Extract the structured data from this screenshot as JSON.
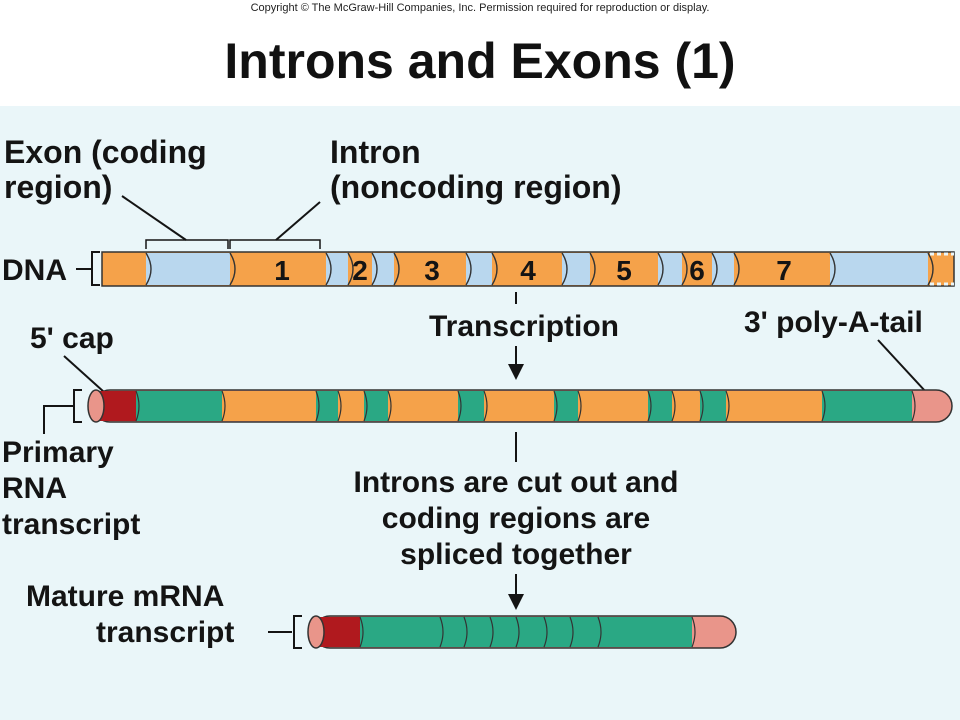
{
  "copyright": "Copyright © The McGraw-Hill Companies, Inc. Permission required for reproduction or display.",
  "title": "Introns and Exons (1)",
  "labels": {
    "exon_line1": "Exon (coding",
    "exon_line2": "region)",
    "intron_line1": "Intron",
    "intron_line2": "(noncoding region)",
    "dna": "DNA",
    "cap": "5' cap",
    "transcription": "Transcription",
    "polya": "3' poly-A-tail",
    "primary_line1": "Primary",
    "primary_line2": "RNA",
    "primary_line3": "transcript",
    "splice_line1": "Introns are cut out and",
    "splice_line2": "coding regions are",
    "splice_line3": "spliced together",
    "mature_line1": "Mature mRNA",
    "mature_line2": "transcript"
  },
  "dna_segments": [
    "1",
    "2",
    "3",
    "4",
    "5",
    "6",
    "7"
  ],
  "colors": {
    "exon_orange": "#f5a24a",
    "intron_blue": "#b9d7ee",
    "coding_green": "#2aa884",
    "cap_red": "#b0191e",
    "tail_pink": "#e9958a",
    "panel_bg": "#eaf6f9"
  }
}
